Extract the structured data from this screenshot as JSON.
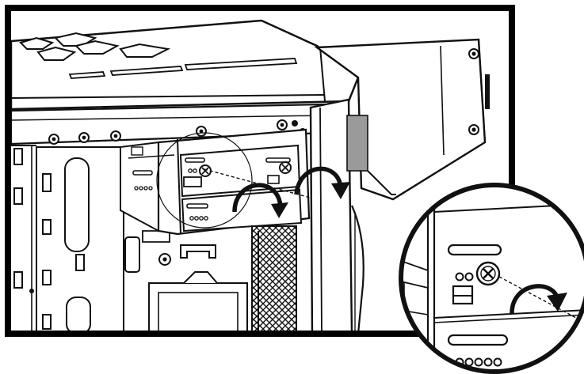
{
  "diagram": {
    "subject": "pc-case-drive-bay-screw-installation",
    "colors": {
      "line": "#111111",
      "fill": "#ffffff",
      "shade": "#e6e6e6",
      "bracket": "#9a9a9a"
    },
    "callout": "magnified-screw-detail",
    "actions": [
      "rotate-clockwise",
      "rotate-clockwise",
      "rotate-clockwise"
    ]
  }
}
